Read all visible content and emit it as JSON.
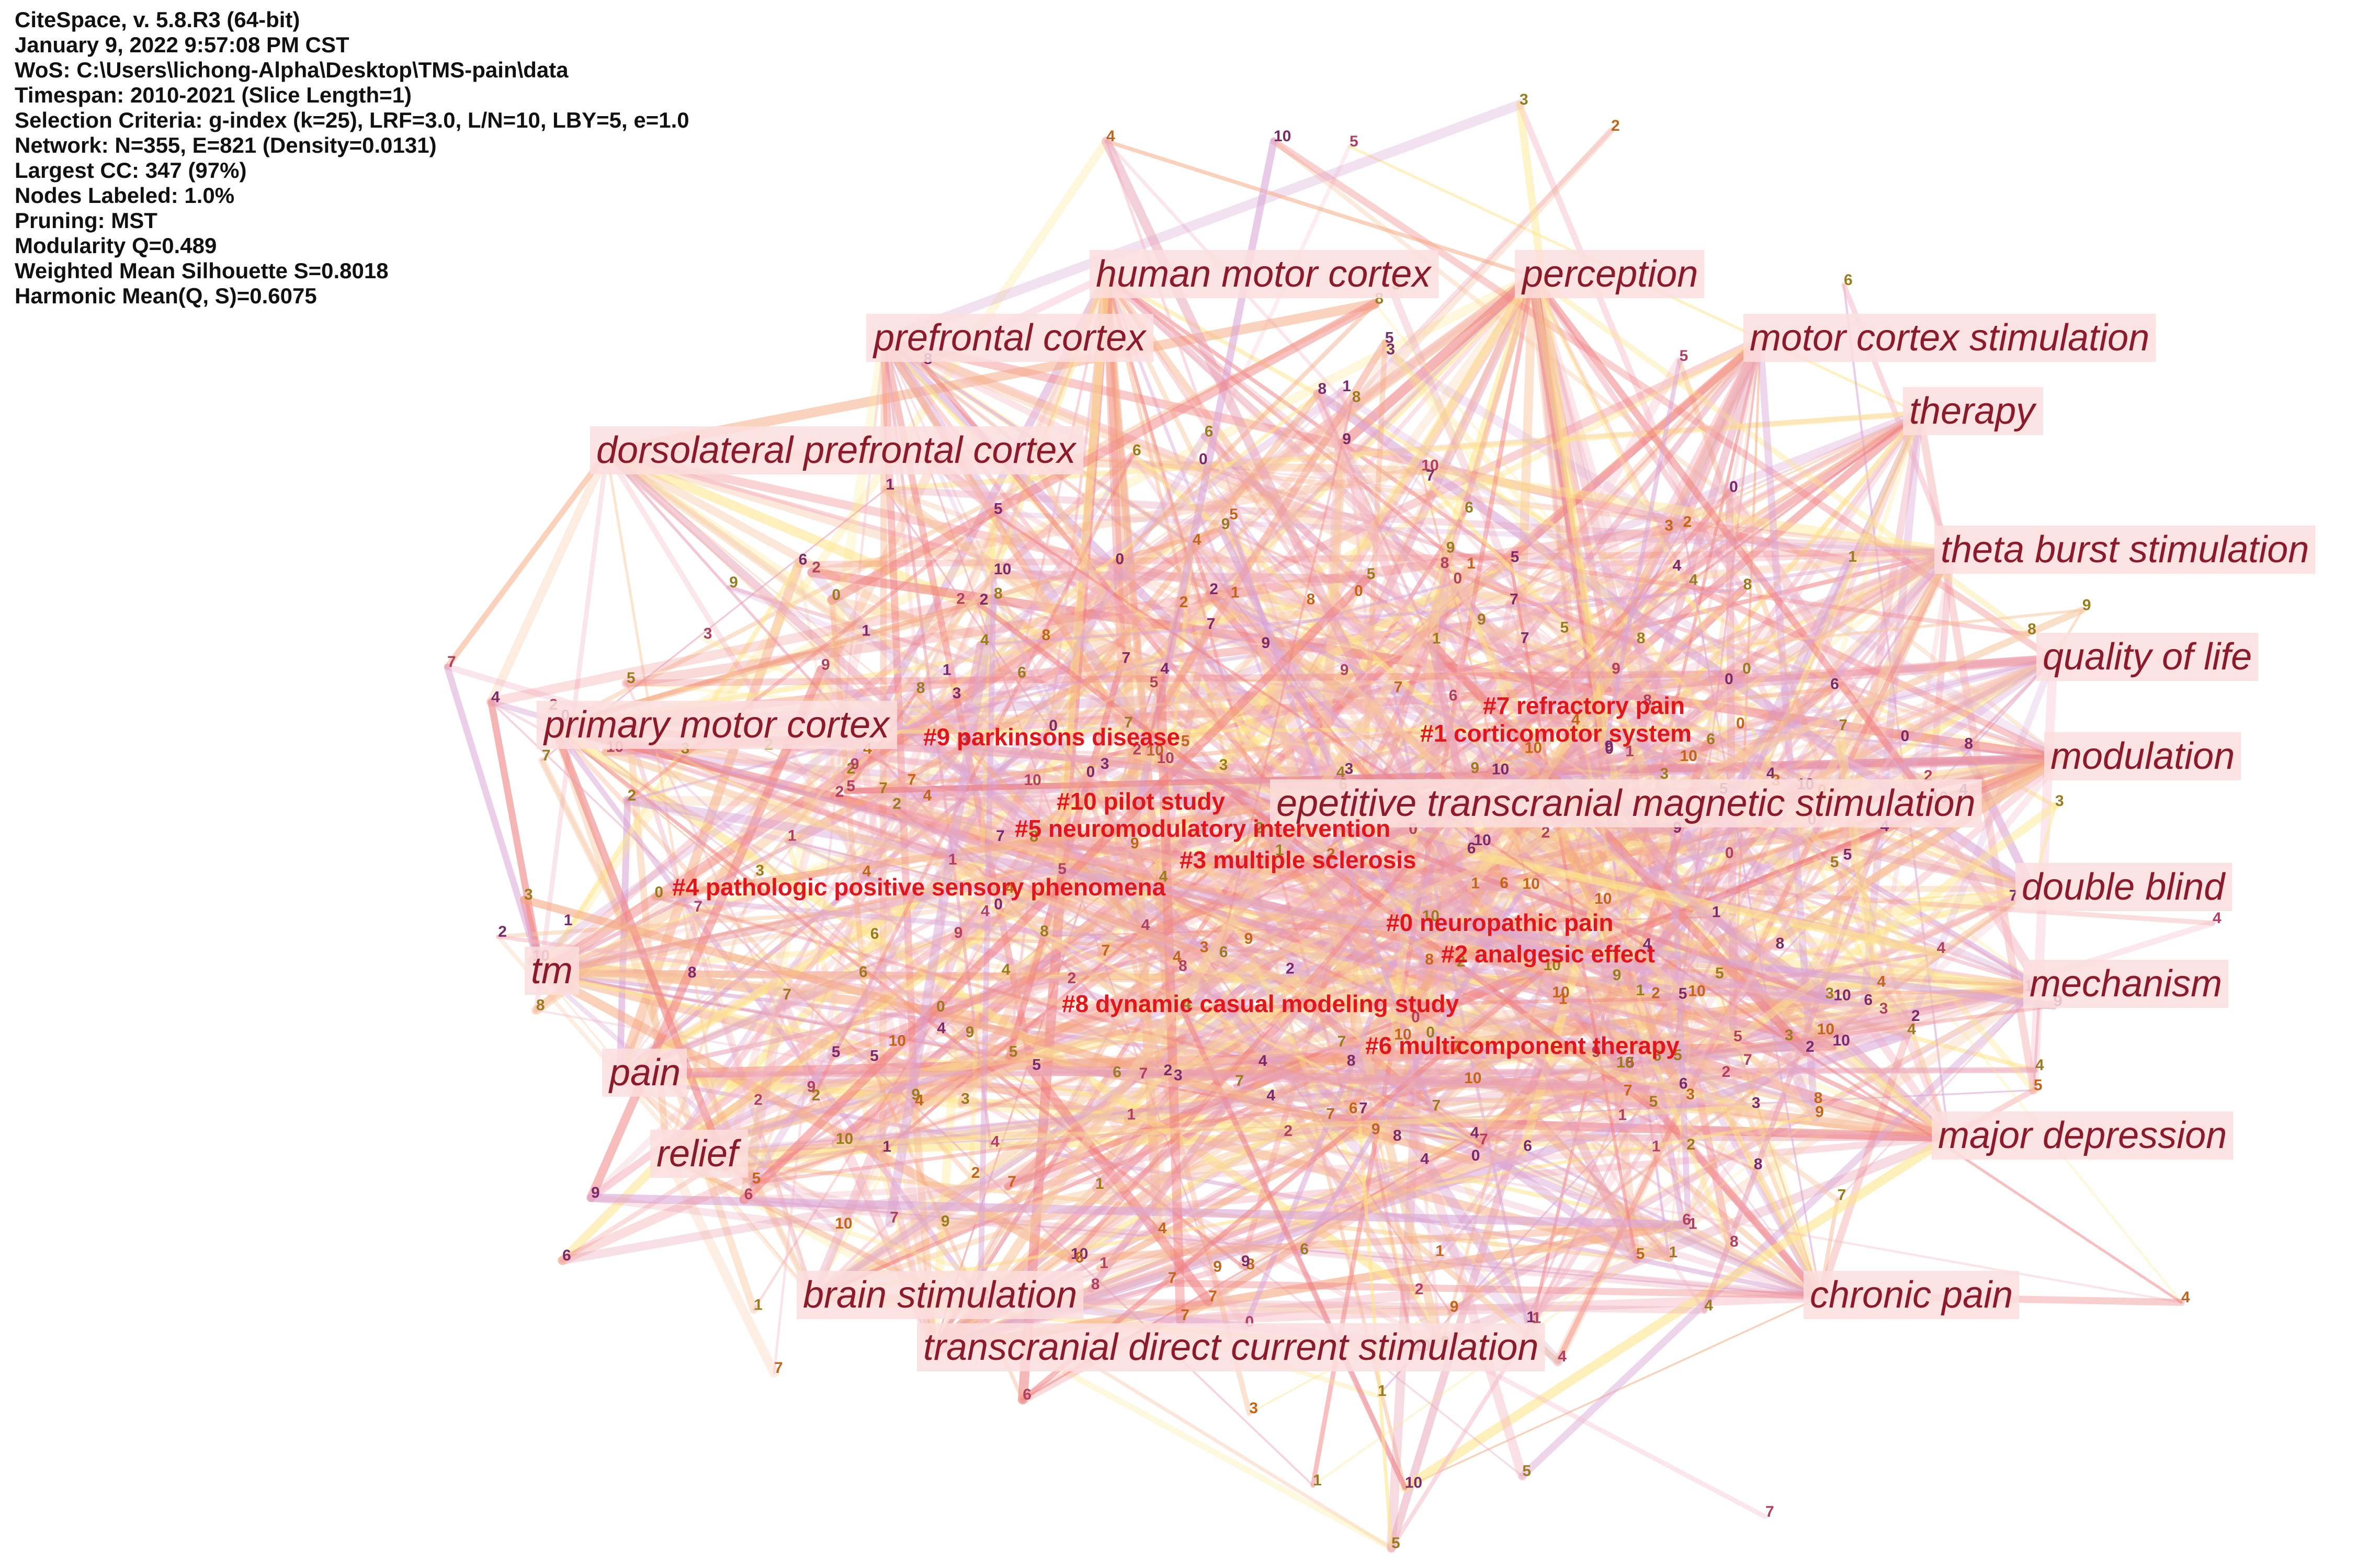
{
  "info": {
    "lines": [
      "CiteSpace, v. 5.8.R3 (64-bit)",
      "January 9, 2022 9:57:08 PM CST",
      "WoS: C:\\Users\\lichong-Alpha\\Desktop\\TMS-pain\\data",
      "Timespan: 2010-2021 (Slice Length=1)",
      "Selection Criteria: g-index (k=25), LRF=3.0, L/N=10, LBY=5, e=1.0",
      "Network: N=355, E=821 (Density=0.0131)",
      "Largest CC: 347 (97%)",
      "Nodes Labeled: 1.0%",
      "Pruning: MST",
      "Modularity Q=0.489",
      "Weighted Mean Silhouette S=0.8018",
      "Harmonic Mean(Q, S)=0.6075"
    ]
  },
  "keywords": [
    "human motor cortex",
    "perception",
    "prefrontal cortex",
    "motor cortex stimulation",
    "therapy",
    "dorsolateral prefrontal cortex",
    "theta burst stimulation",
    "quality of life",
    "primary motor cortex",
    "modulation",
    "epetitive transcranial magnetic stimulation",
    "double blind",
    "tm",
    "mechanism",
    "pain",
    "relief",
    "major depression",
    "brain stimulation",
    "chronic pain",
    "transcranial direct current stimulation"
  ],
  "clusters": [
    "#7 refractory pain",
    "#1 corticomotor system",
    "#9 parkinsons disease",
    "#10 pilot study",
    "#5 neuromodulatory intervention",
    "#3 multiple sclerosis",
    "#4 pathologic positive sensory phenomena",
    "#0 neuropathic pain",
    "#2 analgesic effect",
    "#8 dynamic casual modeling study",
    "#6 multicomponent therapy"
  ],
  "colors": {
    "edge_palette": [
      "#f4b6c2",
      "#e8a0b4",
      "#f7c8a0",
      "#fde68a",
      "#f5a97f",
      "#d9a5d6",
      "#f08080"
    ],
    "keyword_text": "#8b1a2a",
    "keyword_background": "#fbdede",
    "cluster_text": "#e0161c",
    "node_text_palette": [
      "#7a2a6a",
      "#9a7b1e",
      "#b04060",
      "#c0651a"
    ]
  }
}
